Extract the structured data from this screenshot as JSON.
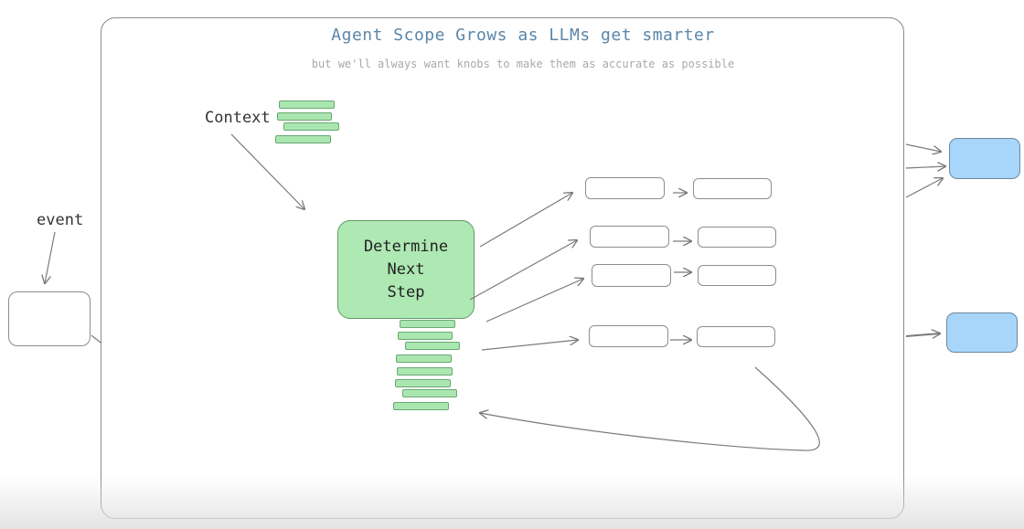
{
  "diagram": {
    "title": "Agent Scope Grows as LLMs get smarter",
    "subtitle": "but we'll always want knobs to make them as accurate as possible",
    "labels": {
      "context": "Context",
      "event": "event",
      "determine_next_step": "Determine\nNext\nStep"
    },
    "colors": {
      "title": "#5b86a8",
      "context_chunk_fill": "#a9e6b0",
      "determine_fill": "#aee8b3",
      "output_fill": "#a8d6fb",
      "stroke": "#8d8d8d"
    }
  }
}
